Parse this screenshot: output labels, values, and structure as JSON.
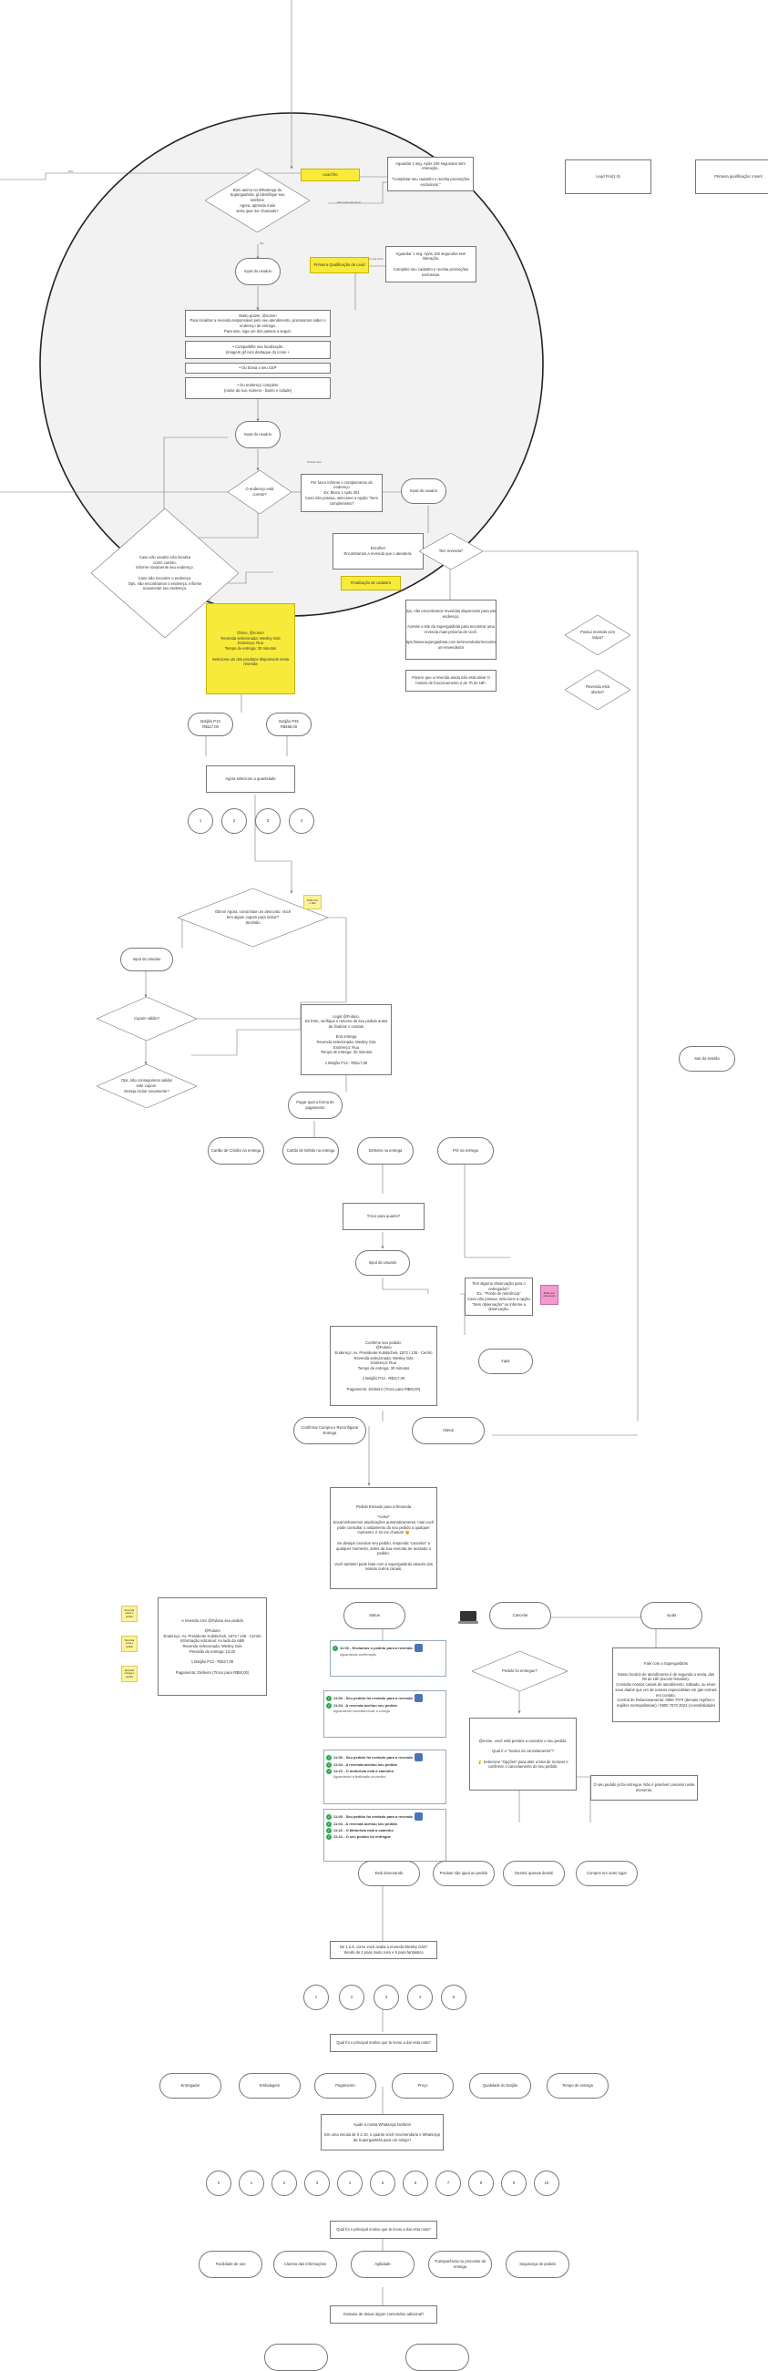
{
  "edge_labels": {
    "nao": "Não",
    "sim": "Sim",
    "nao_responde_fluxo": "Não responde fluxo",
    "nao_responde_fluxo2": "Não responde fluxo",
    "pedido_feito": "Pedido feito"
  },
  "nodes": {
    "lead_frio": "Lead frio",
    "aguardar_lead_frio": "Aguardar 1 seg. Após 100 segundos sem interação.\n\n\"Completar seu cadastro e receba promoções exclusivas.\"",
    "lead_frio_ext": "Lead Frio(1-3)",
    "primeira_qualificacao_ext": "Primeira qualificação: Inserir",
    "pergunta_inicial": "Bom animo no WhatsApp do Supergasbrás, já identifique seu telefone\nAgora, aprenda mais\nseria quer ser chamado?",
    "primeira_qualificacao": "Primeira Qualificação de Lead",
    "aguardar_qualificacao": "Aguardar 1 seg. Após 100 segundos sem interação.\n\nComplete seu cadastro e receba promoções exclusivas.",
    "input_usuario_1": "Input do usuário",
    "muito_prazer": "Muito prazer, @nome!\nPara localizar a revenda responsável pelo seu atendimento, precisamos saber o endereço de entrega.\nPara isso, siga um dos passos a seguir:",
    "opcao_compartilhe": "• Compartilhe sua localização\n(imagem gif com destaque do ícone +",
    "opcao_cep": "• Ou Envia o seu CEP",
    "opcao_endereco": "• Ou endereço completo\n(nome da rua, número - bairro e cidade)",
    "input_usuario_2": "Input do usuário",
    "endereco_correto": "O endereço está correto?",
    "por_favor_informe": "Por favor informe o complemento do endereço\nEx: Bloco 1 Apto 201\nCaso não possua, selecione a opção \"Sem complemento\"",
    "input_usuario_3": "Input do usuário",
    "caso_nao": "Caso não usuário não localiza\ncomo correto,\ninforme novamente seu endereço.\n\nCaso não encontre o endereço:\nOps, não encontramos o endereço, informe novamente seu endereço.",
    "escolher": "Escolher\nEncontramos a revenda que o atenderá.",
    "tem_revenda": "Tem revenda?",
    "finalizacao_cadastro": "Finalização de cadastro",
    "ops_nao_temos": "Ops, não encontramos revendas disponíveis para este endereço.\n\nAcesse o site da Supergasbrás para encontrar uma revenda mais próxima de você.\n\nhttps://www.supergasbras.com.br/revendedor/encontre-um-revendedor",
    "fluxo_pedidos": "Possui revenda com mapa?",
    "revenda_aberta": "Revenda está aberta?",
    "fora_horario": "Parece que a revenda ainda não está ativa! O horário de funcionamento é de 7h às 18h.",
    "ola_revenda": "Ótimo, @nome!\nRevenda selecionada: Wesley Gás\nEndereço: Rua\nTempo de entrega: 30 minutos\n\nSelecione um dos produtos disponíveis nesta revenda",
    "botijao_p13": "Botijão P13\nR$117,00",
    "botijao_p45": "Botijão P45\nR$468,00",
    "agora_selecione": "Agora selecione a quantidade",
    "q1": "1",
    "q2": "2",
    "q3": "3",
    "q4": "4",
    "vasilhame": "Ótimo! Agora, conta falar um desconto. Você tem algum cupom para incluir?\nSim/Não",
    "sticky_1": "Botão Sim e Não",
    "input_usuario_4": "Input do Usuário",
    "cupom_valido": "Cupom válido?",
    "sem_cupom": "Ops, não conseguimos validar este cupom.\nDeseja incluir novamente?",
    "resumo_pedido": "Legal @Fulano,\nDo frete, verifique o resumo do seu pedido antes de finalizar o contato\n\nEnd entrega\nRevenda selecionada: Wesley Gás\nEndereço: Rua\nTempo de entrega: 30 minutos\n\n1 Botijão P13 - R$117,00",
    "pagar_forma": "Pagar qual a forma de pagamento",
    "cartao_credito": "Cartão de Crédito na entrega",
    "cartao_debito": "Cartão de Débito na entrega",
    "dinheiro_entrega": "Dinheiro na entrega",
    "pix_entrega": "PIX na entrega",
    "troco_quanto": "Troco para quanto?",
    "input_usuario_5": "Input do Usuário",
    "tem_observacao": "Tem alguma observação para o entregador?\nEx.: \"Ponto de referência\"\nCaso não possua, selecione a opção \"Sem observação\" ou informe a observação.",
    "sticky_pink": "Botão sem observação",
    "input_6": "input",
    "confirme_pedido": "Confirme seu pedido:\n@Fulano\nEndereço: Av. Presidente Kubitschek, 1573 / 135 - Centro\nRevenda selecionada: Wesley Gás\nEndereço: Rua\nTempo de entrega: 30 minutos\n\n1 Botijão P13 - R$117,00\n\nPagamento: Dinheiro (Troco para R$50,00)",
    "confirmar_compra": "Confirmar Compra e Reconfigurar Entrega",
    "alterar": "Alterar",
    "pedido_enviado": "Pedido Enviado para a Revenda\n\n*Aviso*\nEncaminharemos atualizações automaticamente, mas você pode consultar o andamento do seu pedido a qualquer momento, é só me chamar! 😉\n\nSe desejar cancelar seu pedido, responda \"cancelar\" a qualquer momento, antes da sua revenda ter aceitado o pedido.\n\nVocê também pode falar com a Supergasbrás através dos nossos outros canais.",
    "revenda_sem_internet": "A revenda com @Fulano seu pedido\n\n@Fulano\nEndereço: Av. Presidente Kubitschek, 1573 / 135 - Centro\nInformação Adicional: Ao lado da ABB\nRevenda selecionada: Wesley Gás\nPrevisão de entrega: 13:20\n\n1 Botijão P13 - R$117,00\n\nPagamento: Dinheiro (Troco para R$50,00)",
    "sticky_2": "Revenda aceita o pedido",
    "sticky_3": "Revenda envia o pedido",
    "sticky_4": "Revenda entrega o pedido",
    "status": "Status",
    "cancelar": "Cancelar",
    "ajuda": "Ajuda",
    "fale_com": "Fale com a Supergasbrás\n\nNosso horário de atendimento é de segunda a sexta, das 08 às 18h (exceto feriados).\nConsulte nossos canais de atendimento. Sábado, ou envie seus dados que um de nossos especialistas em gás entrará em contato.\nCentral de Relacionamento: 0800 7070 (demais regiões e regiões metropolitanas) / 0800 7070 2022 (Acessibilidade)",
    "pedido_entregue": "Pedido foi entregue?",
    "pode_cancelar": "@nome, você está prestes a cancelar o seu pedido.\n\nQual é o \"motivo do cancelamento\"?\n\n💡 Selecione \"Opções\" para abrir a lista de motivos e confirmar o cancelamento do seu pedido.",
    "nao_pode": "O seu pedido já foi entregue. Não é possível cancelar neste momento.",
    "estou_demorando": "Está demorando",
    "produto_nao_igual": "Produto não igual ao pedido",
    "desisti": "Desisti, apenas desisti",
    "comprei_outro": "Comprei em outro lugar",
    "sair_sessao": "Sair da sessão",
    "avalie_revenda": "De 1 a 5, como você avalia a revenda Wesley Gás?\nSendo de 1 para muito ruim e 5 para fantástico",
    "r1": "1",
    "r2": "2",
    "r3": "3",
    "r4": "4",
    "r5": "5",
    "principal_motivo": "Qual foi o principal motivo que te levou a dar esta nota?",
    "entregador": "Entregador",
    "embalagem": "Embalagem",
    "pagamento": "Pagamento",
    "preco": "Preço",
    "qualidade_produto": "Qualidade do botijão",
    "tempo_entrega": "Tempo de entrega",
    "nps": "Ajude a nossa WhatsApp também\n\nEm uma escala de 0 a 10, o quanto você recomendaria o WhatsApp da Supergasbrás para um amigo?",
    "s0": "0",
    "s1": "1",
    "s2": "2",
    "s3": "3",
    "s4": "4",
    "s5": "5",
    "s6": "6",
    "s7": "7",
    "s8": "8",
    "s9": "9",
    "s10": "10",
    "principal_motivo2": "Qual foi o principal motivo que te levou a dar esta nota?",
    "facilidade": "Facilidade de uso",
    "clareza": "Clareza das informações",
    "agilidade": "Agilidade",
    "transparencia": "Transparência no processo de entrega",
    "seguranca": "Segurança do pedido",
    "comentario": "Gostaria de deixar algum comentário adicional?"
  },
  "chat_status": {
    "msg_1": "11:00 - Enviamos o pedido para a revenda",
    "sub_1": "Aguardando confirmação",
    "msg_2a": "11:00 - Seu pedido foi enviado para a revenda",
    "msg_2b": "11:04 - A revenda aceitou seu pedido",
    "sub_2": "Aguardando motorista iniciar a entrega",
    "msg_3a": "11:00 - Seu pedido foi enviado para a revenda",
    "msg_3b": "11:04 - A revenda aceitou seu pedido",
    "msg_3c": "11:22 - O motorista está a caminho",
    "sub_3": "Aguardando a finalização do pedido",
    "msg_4a": "11:00 - Seu pedido foi enviado para a revenda",
    "msg_4b": "11:04 - A revenda aceitou seu pedido",
    "msg_4c": "11:22 - O Motorista está a caminho",
    "msg_4d": "11:22 - O seu pedido foi entregue"
  },
  "colors": {
    "highlight": "#f7ea3a",
    "sticky": "#fbf39a",
    "pink": "#f39ad0",
    "circle_fill": "#f2f2f2",
    "check": "#2fa84f",
    "emoji": "#4a74b9"
  }
}
